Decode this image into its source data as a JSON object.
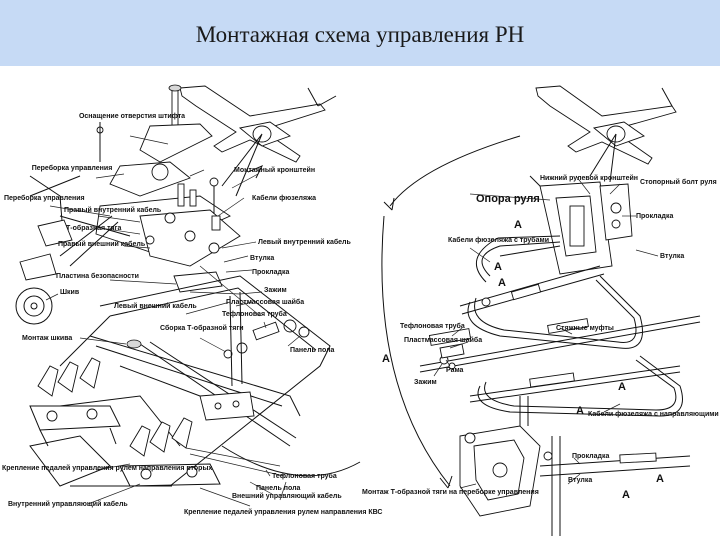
{
  "slide": {
    "title": "Монтажная схема управления РН"
  },
  "left_labels": [
    "Оснащение отверстия штифта",
    "Переборка управления",
    "Монтажный кронштейн",
    "Переборка управления",
    "Правый внутренний кабель",
    "Кабели фюзеляжа",
    "Т-образная тяга",
    "Правый внешний кабель",
    "Левый внутренний кабель",
    "Втулка",
    "Прокладка",
    "Пластина безопасности",
    "Шкив",
    "Зажим",
    "Пластмассовая шайба",
    "Левый внешний кабель",
    "Тефлоновая труба",
    "Сборка Т-образной тяги",
    "Монтаж шкива",
    "Панель пола",
    "Крепление педалей управления рулем направления вторых",
    "Внутренний управляющий кабель",
    "Тефлоновая труба",
    "Панель пола",
    "Внешний управляющий кабель",
    "Крепление педалей управления рулем направления КВС"
  ],
  "right_labels": [
    "Нижний рулевой кронштейн",
    "Стопорный болт руля",
    "Опора руля",
    "Прокладка",
    "Кабели фюзеляжа с трубами",
    "Втулка",
    "Тефлоновая труба",
    "Пластмассовая шайба",
    "Рама",
    "Зажим",
    "Стяжные муфты",
    "Кабели фюзеляжа с направляющими трубами",
    "Прокладка",
    "Втулка",
    "Монтаж Т-образной тяги на переборке управления"
  ],
  "section_markers": [
    "A",
    "A",
    "A",
    "A",
    "A",
    "A",
    "A",
    "A"
  ]
}
